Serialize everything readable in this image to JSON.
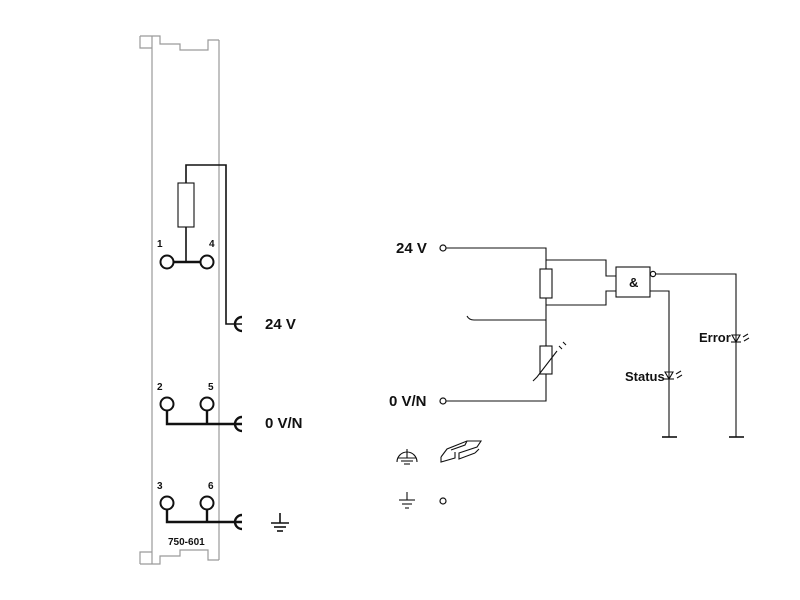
{
  "module": {
    "part_number": "750-601",
    "pins": [
      "1",
      "4",
      "2",
      "5",
      "3",
      "6"
    ],
    "labels": {
      "v24": "24 V",
      "v0": "0 V/N"
    }
  },
  "schematic": {
    "labels": {
      "v24": "24 V",
      "v0": "0 V/N",
      "and_gate": "&",
      "status": "Status",
      "error": "Error"
    }
  }
}
